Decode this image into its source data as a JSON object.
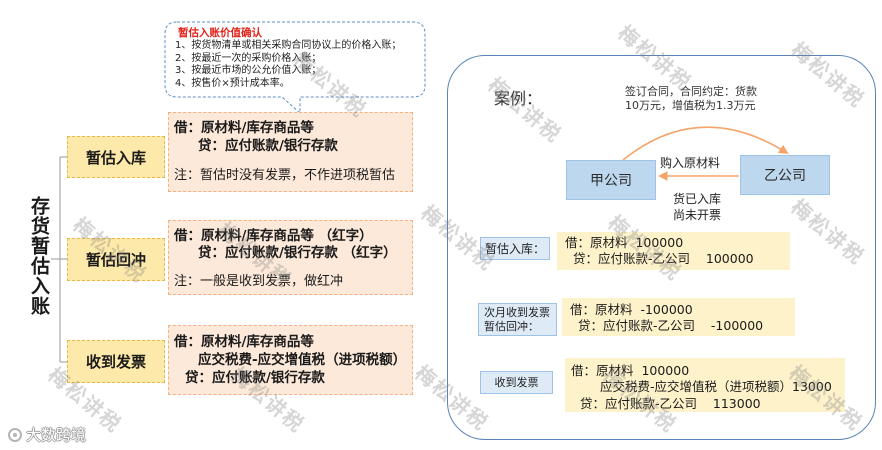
{
  "diagram_title": "存货暂估入账",
  "callout": {
    "title": "暂估入账价值确认",
    "items": [
      "1、按货物清单或相关采购合同协议上的价格入账；",
      "2、按最近一次的采购价格入账；",
      "3、按最近市场的公允价值入账；",
      "4、按售价×预计成本率。"
    ]
  },
  "stages": [
    {
      "label": "暂估入库",
      "lines": [
        "借：原材料/库存商品等",
        "贷：应付账款/银行存款"
      ],
      "note": "注：暂估时没有发票，不作进项税暂估"
    },
    {
      "label": "暂估回冲",
      "lines": [
        "借：原材料/库存商品等 （红字）",
        "贷：应付账款/银行存款 （红字）"
      ],
      "note": "注：一般是收到发票，做红冲"
    },
    {
      "label": "收到发票",
      "lines": [
        "借：原材料/库存商品等",
        "应交税费-应交增值税（进项税额）",
        "贷：应付账款/银行存款"
      ]
    }
  ],
  "case": {
    "heading": "案例：",
    "contract_lines": [
      "签订合同，合同约定：货款",
      "10万元，增值税为1.3万元"
    ],
    "buyer": "甲公司",
    "seller": "乙公司",
    "flow_label": "购入原材料",
    "status_lines": [
      "货已入库",
      "尚未开票"
    ],
    "entries": [
      {
        "label_lines": [
          "暂估入库："
        ],
        "lines": [
          "借：原材料  100000",
          "贷：应付账款-乙公司    100000"
        ]
      },
      {
        "label_lines": [
          "次月收到发票",
          "暂估回冲："
        ],
        "lines": [
          "借：原材料  -100000",
          "贷：应付账款-乙公司    -100000"
        ]
      },
      {
        "label_lines": [
          "收到发票"
        ],
        "lines": [
          "借：原材料  100000",
          "应交税费-应交增值税（进项税额）13000",
          "贷：应付账款-乙公司    113000"
        ]
      }
    ]
  },
  "watermark": "梅松讲税",
  "brand": "大数跨境",
  "icons": {
    "brand_logo": "brand-logo-icon"
  },
  "colors": {
    "stage_label_fill": "#fde9a9",
    "stage_label_border": "#e8b84a",
    "entry_fill": "#fde9d9",
    "entry_border": "#f4b183",
    "callout_border": "#5b8ec7",
    "callout_title": "#e2231a",
    "panel_border": "#5a84b8",
    "company_fill": "#bdd7ee",
    "company_border": "#9dc3e6",
    "case_label_fill": "#deebf7",
    "case_label_border": "#9dc3e6",
    "case_entry_fill": "#fef2cb",
    "connector": "#f4a46a"
  }
}
